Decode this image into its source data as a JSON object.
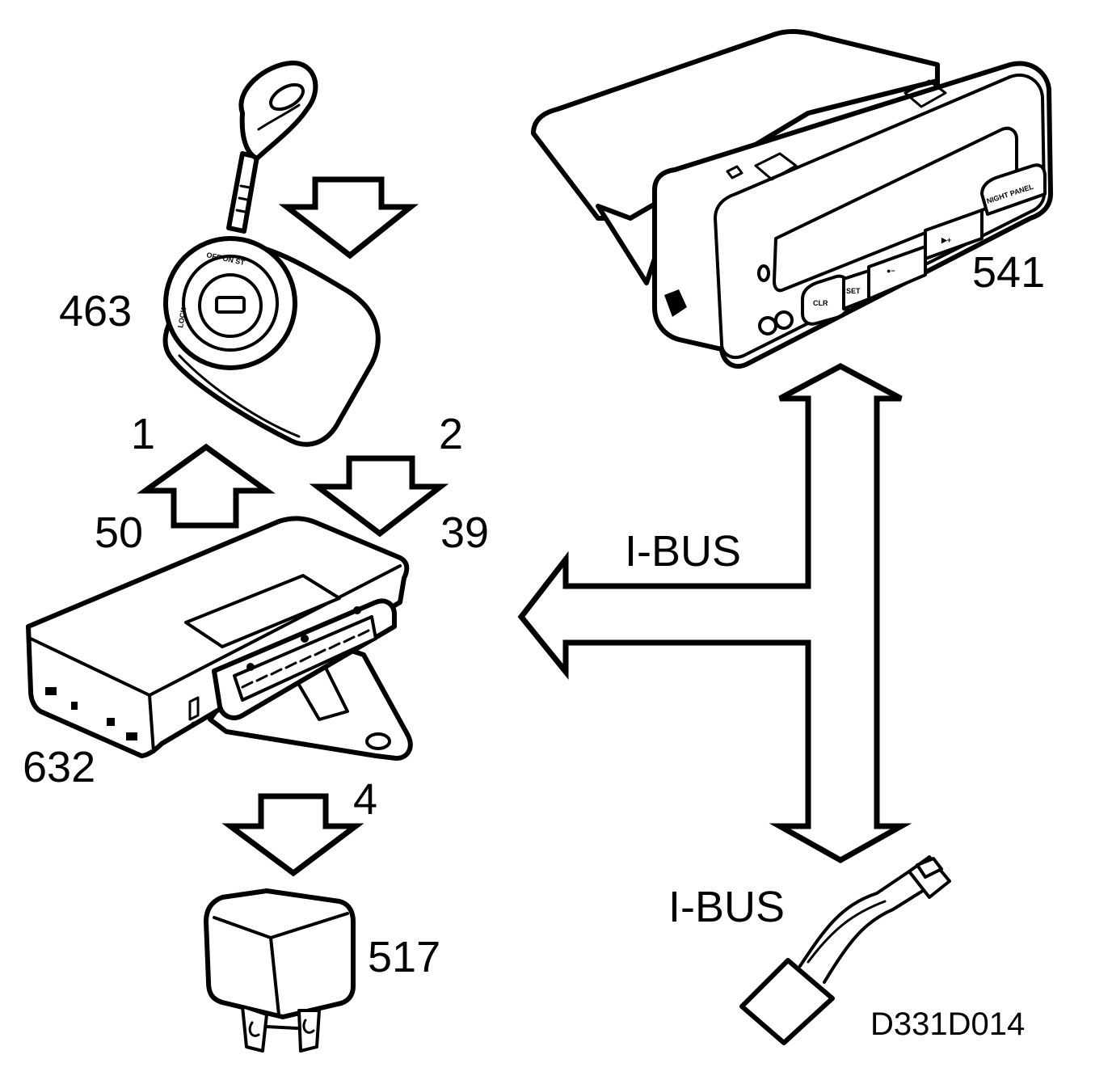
{
  "components": {
    "ignition_switch": "463",
    "info_display": "541",
    "control_module": "632",
    "relay": "517"
  },
  "signals": {
    "up_wire": "1",
    "down_wire": "2",
    "up_pin": "50",
    "down_pin": "39",
    "relay_wire": "4"
  },
  "bus": {
    "upper": "I-BUS",
    "lower": "I-BUS"
  },
  "drawing_code": "D331D014",
  "switch_markings": {
    "lock": "LOCK",
    "positions": "OFF ON ST"
  },
  "display_buttons": {
    "clr": "CLR",
    "set": "SET",
    "minus": "●−",
    "plus": "▶+",
    "night_panel": "NIGHT PANEL"
  }
}
